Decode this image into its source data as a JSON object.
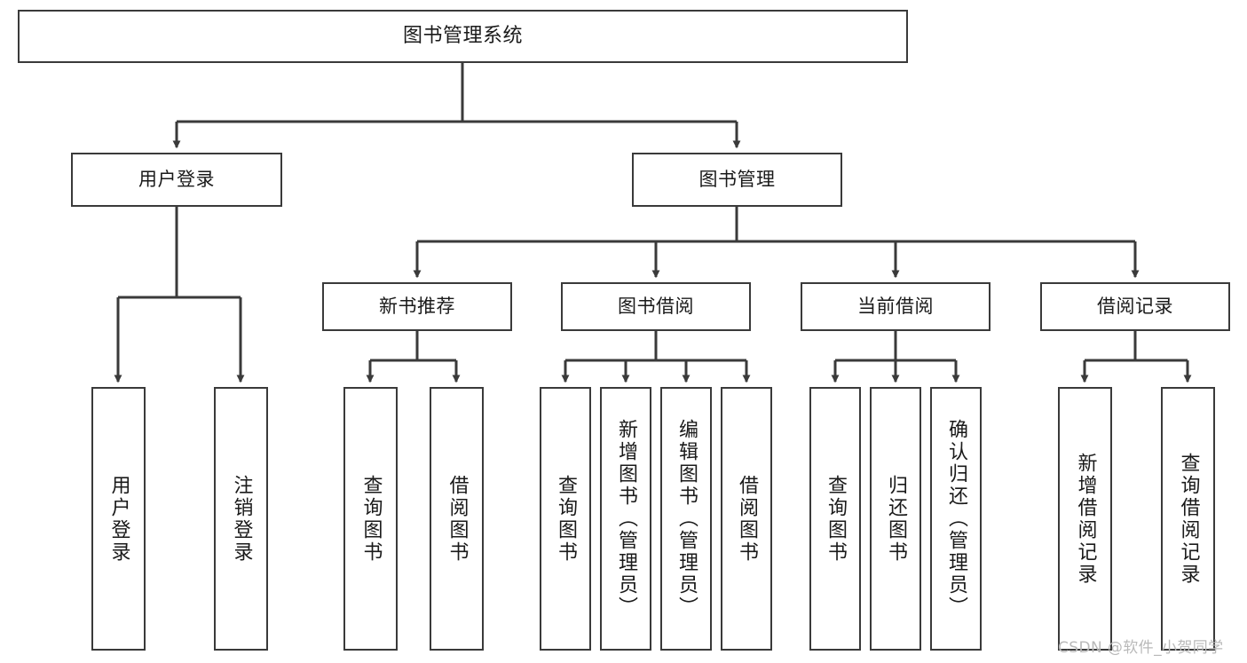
{
  "diagram": {
    "type": "tree",
    "title": "图书管理系统",
    "orientation": "top-down",
    "colors": {
      "box_border": "#3a3a3a",
      "box_fill": "#ffffff",
      "edge": "#3a3a3a",
      "text": "#1a1a1a",
      "watermark": "#b9b9b9",
      "background": "#ffffff"
    },
    "nodes": {
      "root": {
        "label": "图书管理系统",
        "level": 1
      },
      "l2": [
        {
          "id": "user_login",
          "label": "用户登录",
          "level": 2
        },
        {
          "id": "book_mgmt",
          "label": "图书管理",
          "level": 2
        }
      ],
      "l3": [
        {
          "id": "new_book_rec",
          "label": "新书推荐",
          "level": 3,
          "parent": "book_mgmt"
        },
        {
          "id": "book_borrow",
          "label": "图书借阅",
          "level": 3,
          "parent": "book_mgmt"
        },
        {
          "id": "current_borrow",
          "label": "当前借阅",
          "level": 3,
          "parent": "book_mgmt"
        },
        {
          "id": "borrow_record",
          "label": "借阅记录",
          "level": 3,
          "parent": "book_mgmt"
        }
      ],
      "leaves": [
        {
          "id": "leaf_1",
          "label": "用户登录",
          "parent": "user_login"
        },
        {
          "id": "leaf_2",
          "label": "注销登录",
          "parent": "user_login"
        },
        {
          "id": "leaf_3",
          "label": "查询图书",
          "parent": "new_book_rec"
        },
        {
          "id": "leaf_4",
          "label": "借阅图书",
          "parent": "new_book_rec"
        },
        {
          "id": "leaf_5",
          "label": "查询图书",
          "parent": "book_borrow"
        },
        {
          "id": "leaf_6",
          "label": "新增图书（管理员）",
          "parent": "book_borrow"
        },
        {
          "id": "leaf_7",
          "label": "编辑图书（管理员）",
          "parent": "book_borrow"
        },
        {
          "id": "leaf_8",
          "label": "借阅图书",
          "parent": "book_borrow"
        },
        {
          "id": "leaf_9",
          "label": "查询图书",
          "parent": "current_borrow"
        },
        {
          "id": "leaf_10",
          "label": "归还图书",
          "parent": "current_borrow"
        },
        {
          "id": "leaf_11",
          "label": "确认归还（管理员）",
          "parent": "current_borrow"
        },
        {
          "id": "leaf_12",
          "label": "新增借阅记录",
          "parent": "borrow_record"
        },
        {
          "id": "leaf_13",
          "label": "查询借阅记录",
          "parent": "borrow_record"
        }
      ]
    },
    "watermark": "CSDN @软件_小贺同学"
  }
}
